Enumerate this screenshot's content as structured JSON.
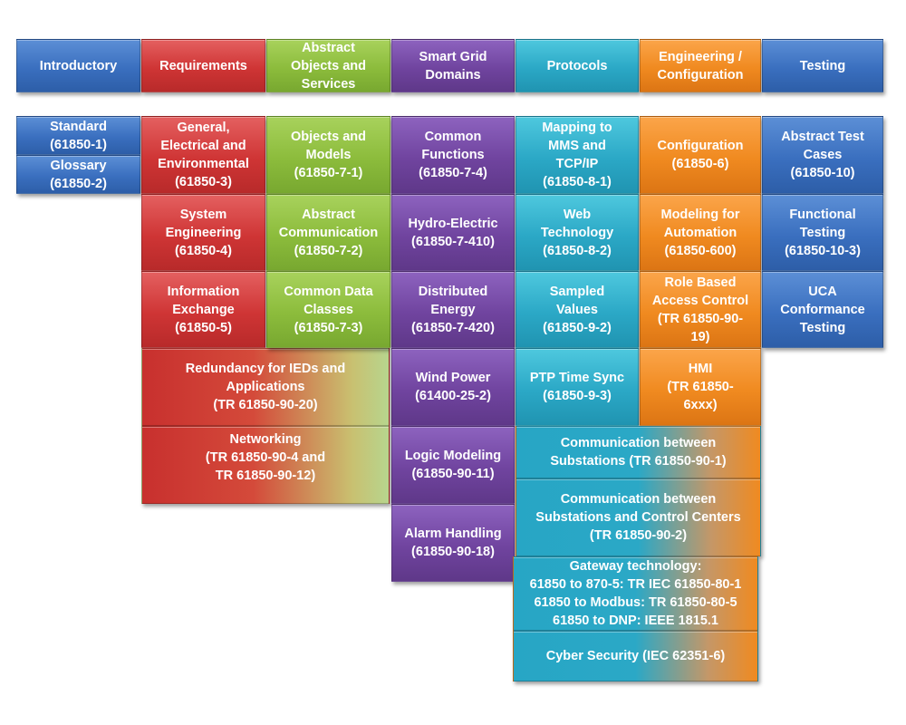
{
  "headers": [
    {
      "label": "Introductory",
      "color": "blue"
    },
    {
      "label": "Requirements",
      "color": "red"
    },
    {
      "label": "Abstract\nObjects and\nServices",
      "color": "green"
    },
    {
      "label": "Smart Grid\nDomains",
      "color": "purple"
    },
    {
      "label": "Protocols",
      "color": "cyan"
    },
    {
      "label": "Engineering /\nConfiguration",
      "color": "orange"
    },
    {
      "label": "Testing",
      "color": "blue"
    }
  ],
  "introductory": [
    "Standard\n(61850-1)",
    "Glossary\n(61850-2)"
  ],
  "requirements": [
    "General,\nElectrical and\nEnvironmental\n(61850-3)",
    "System\nEngineering\n(61850-4)",
    "Information\nExchange\n(61850-5)"
  ],
  "redundancy": "Redundancy for IEDs and\nApplications\n(TR 61850-90-20)",
  "networking": "Networking\n(TR 61850-90-4 and\nTR 61850-90-12)",
  "abstract_objects": [
    "Objects and\nModels\n(61850-7-1)",
    "Abstract\nCommunication\n(61850-7-2)",
    "Common Data\nClasses\n(61850-7-3)"
  ],
  "smart_grid_domains": [
    "Common\nFunctions\n(61850-7-4)",
    "Hydro-Electric\n(61850-7-410)",
    "Distributed\nEnergy\n(61850-7-420)",
    "Wind Power\n(61400-25-2)",
    "Logic Modeling\n(61850-90-11)",
    "Alarm Handling\n(61850-90-18)"
  ],
  "protocols": [
    "Mapping to\nMMS and\nTCP/IP\n(61850-8-1)",
    "Web\nTechnology\n(61850-8-2)",
    "Sampled\nValues\n(61850-9-2)",
    "PTP Time Sync\n(61850-9-3)"
  ],
  "engineering": [
    "Configuration\n(61850-6)",
    "Modeling for\nAutomation\n(61850-600)",
    "Role Based\nAccess Control\n(TR 61850-90-\n19)",
    "HMI\n(TR 61850-\n6xxx)"
  ],
  "testing": [
    "Abstract Test\nCases\n(61850-10)",
    "Functional\nTesting\n(61850-10-3)",
    "UCA\nConformance\nTesting"
  ],
  "wide": [
    "Communication  between\nSubstations (TR 61850-90-1)",
    "Communication  between\nSubstations and Control Centers\n(TR 61850-90-2)",
    "Gateway technology:\n61850 to 870-5: TR IEC 61850-80-1\n61850 to Modbus:  TR 61850-80-5\n61850 to DNP: IEEE 1815.1",
    "Cyber Security  (IEC 62351-6)"
  ]
}
